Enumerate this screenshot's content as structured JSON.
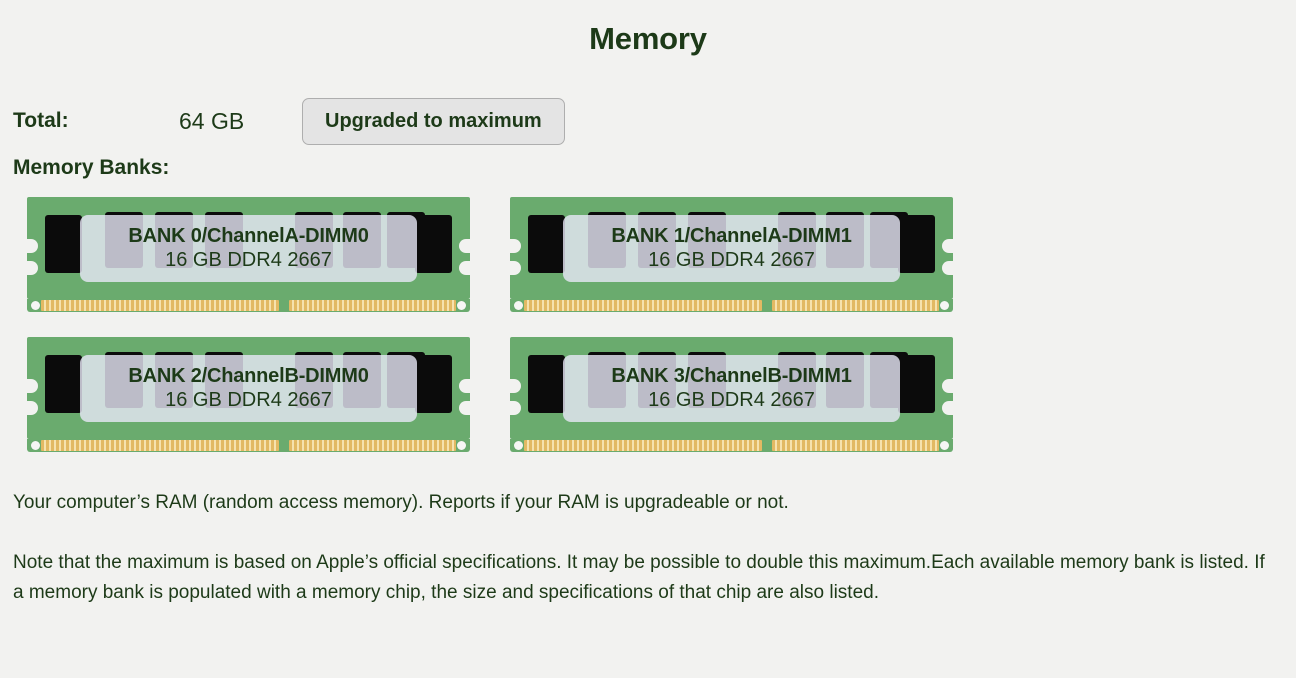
{
  "header": {
    "title": "Memory"
  },
  "summary": {
    "total_label": "Total:",
    "total_value": "64 GB",
    "upgrade_status_label": "Upgraded to maximum",
    "banks_label": "Memory Banks:"
  },
  "banks": [
    {
      "name": "BANK 0/ChannelA-DIMM0",
      "spec": "16 GB DDR4 2667"
    },
    {
      "name": "BANK 1/ChannelA-DIMM1",
      "spec": "16 GB DDR4 2667"
    },
    {
      "name": "BANK 2/ChannelB-DIMM0",
      "spec": "16 GB DDR4 2667"
    },
    {
      "name": "BANK 3/ChannelB-DIMM1",
      "spec": "16 GB DDR4 2667"
    }
  ],
  "description": {
    "paragraph1": "Your computer’s RAM (random access memory). Reports if your RAM is upgradeable or not.",
    "paragraph2": "Note that the maximum is based on Apple’s official specifications. It may be possible to double this maximum.Each available memory bank is listed. If a memory bank is populated with a memory chip, the size and specifications of that chip are also listed."
  },
  "colors": {
    "background": "#f2f2f0",
    "text": "#1d3a18",
    "pcb_green": "#6aab6e",
    "chip_black": "#0b0b0b",
    "label_overlay": "#e8e8f8",
    "pin_gold": "#e2b963",
    "button_fill": "#e4e4e4",
    "button_border": "#aeaeae"
  }
}
